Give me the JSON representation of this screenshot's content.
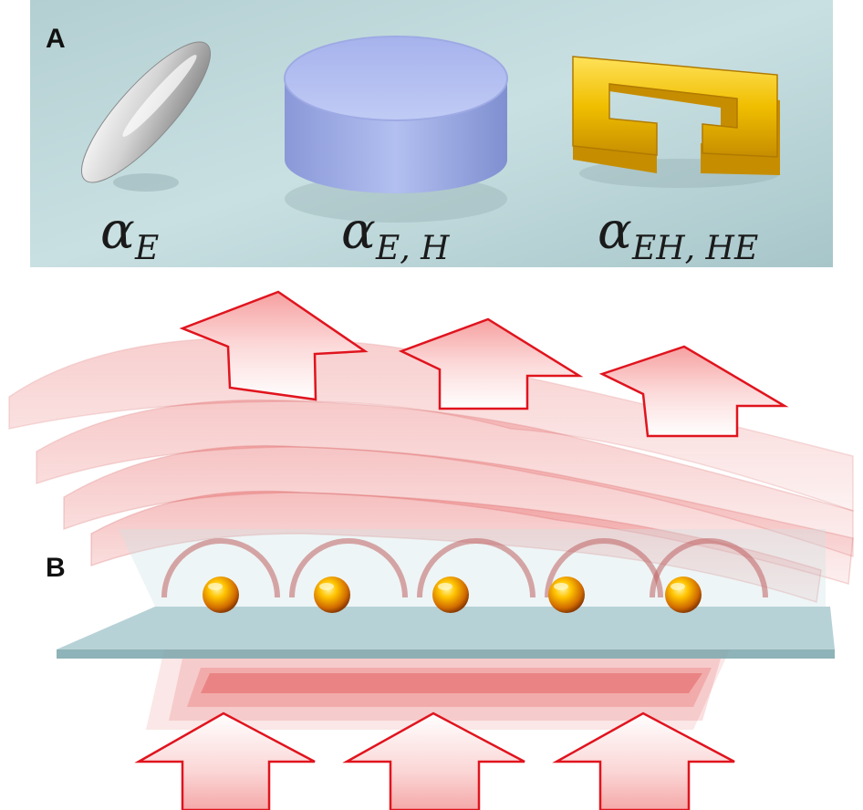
{
  "panel_a": {
    "label": "A",
    "objects": [
      {
        "name": "ellipsoid",
        "symbol": "α",
        "subscript": "E",
        "color": "#c8c8c8"
      },
      {
        "name": "disk",
        "symbol": "α",
        "subscript": "E, H",
        "color": "#8f9ee0"
      },
      {
        "name": "split-ring",
        "symbol": "α",
        "subscript": "EH, HE",
        "color": "#e6b400"
      }
    ]
  },
  "panel_b": {
    "label": "B",
    "particle_count": 5,
    "particle_color": "#f0a000",
    "wave_color": "#e23b3b",
    "substrate_color": "#9fc3c8"
  }
}
